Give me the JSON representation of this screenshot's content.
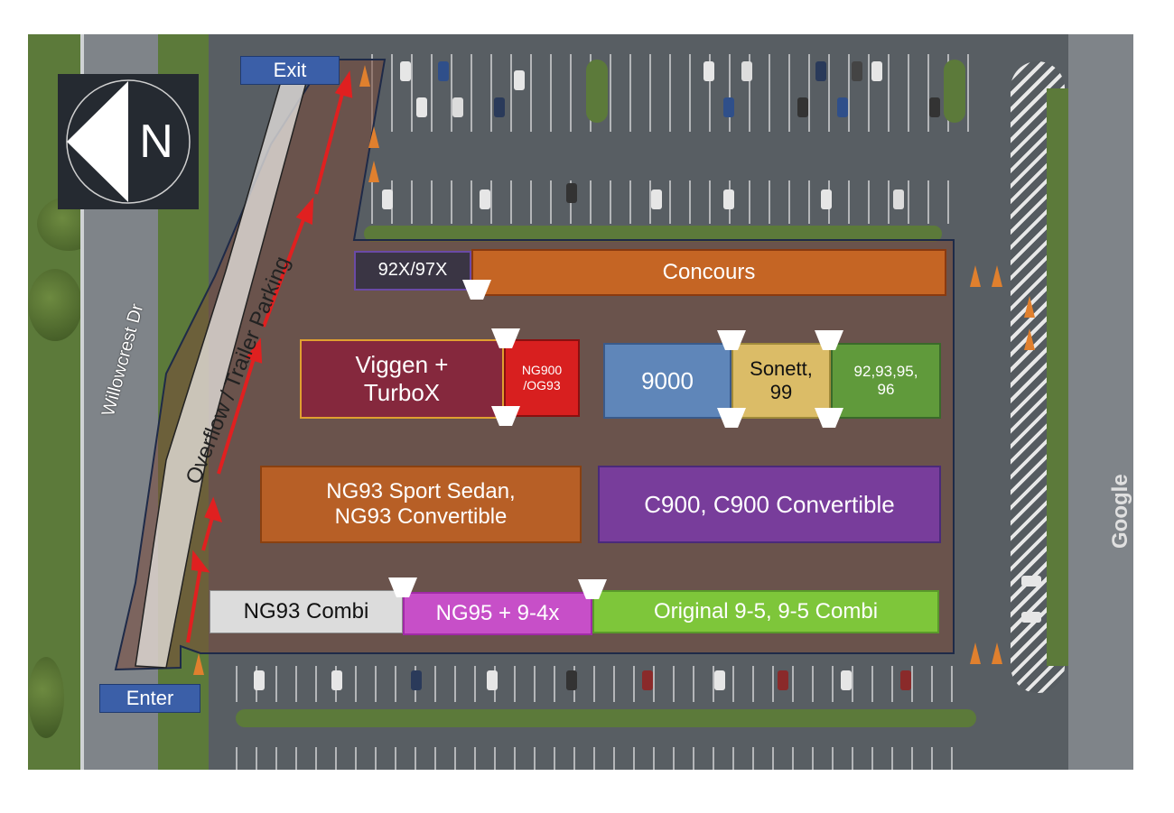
{
  "labels": {
    "exit": "Exit",
    "enter": "Enter",
    "street": "Willowcrest Dr",
    "overflow": "Overflow / Trailer Parking",
    "watermark": "Google",
    "compass": "N"
  },
  "zones": [
    {
      "id": "92x-97x",
      "label": "92X/97X",
      "color": "#3a3544"
    },
    {
      "id": "concours",
      "label": "Concours",
      "color": "#d9691c"
    },
    {
      "id": "viggen-turbox",
      "label": "Viggen +\nTurboX",
      "color": "#8b1f3a"
    },
    {
      "id": "ng900-og93",
      "label": "NG900\n/OG93",
      "color": "#e02020"
    },
    {
      "id": "9000",
      "label": "9000",
      "color": "#5d8dc8"
    },
    {
      "id": "sonett-99",
      "label": "Sonett,\n99",
      "color": "#e8c86a"
    },
    {
      "id": "92-93-95-96",
      "label": "92,93,95,\n96",
      "color": "#5fa23a"
    },
    {
      "id": "ng93-sport-sedan",
      "label": "NG93 Sport Sedan,\nNG93 Convertible",
      "color": "#c8621e"
    },
    {
      "id": "c900",
      "label": "C900, C900 Convertible",
      "color": "#7a3aa6"
    },
    {
      "id": "ng93-combi",
      "label": "NG93 Combi",
      "color": "#dcdcdc"
    },
    {
      "id": "ng95-94x",
      "label": "NG95 + 9-4x",
      "color": "#d24fd6"
    },
    {
      "id": "original-95",
      "label": "Original 9-5, 9-5 Combi",
      "color": "#7ec63a"
    }
  ],
  "colors": {
    "lot_overlay": "#7a4a3a",
    "route_arrow": "#e02020",
    "cone": "#e0802e",
    "sign": "#3b5fa8"
  }
}
